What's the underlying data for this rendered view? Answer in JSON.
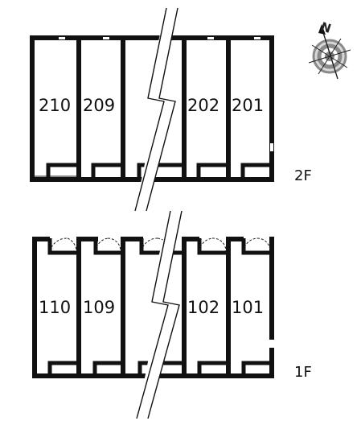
{
  "compass": {
    "north_letter": "N",
    "icon": "compass-rose-icon"
  },
  "floors": [
    {
      "id": "floor-2",
      "label": "2F",
      "units": [
        {
          "number": "210"
        },
        {
          "number": "209"
        },
        {
          "number": ""
        },
        {
          "number": "202"
        },
        {
          "number": "201"
        }
      ]
    },
    {
      "id": "floor-1",
      "label": "1F",
      "units": [
        {
          "number": "110"
        },
        {
          "number": "109"
        },
        {
          "number": ""
        },
        {
          "number": "102"
        },
        {
          "number": "101"
        }
      ]
    }
  ],
  "colors": {
    "wall": "#111111",
    "line": "#222222",
    "compass_ring": "#8a8a8a",
    "compass_fill": "#d8d8d8"
  }
}
